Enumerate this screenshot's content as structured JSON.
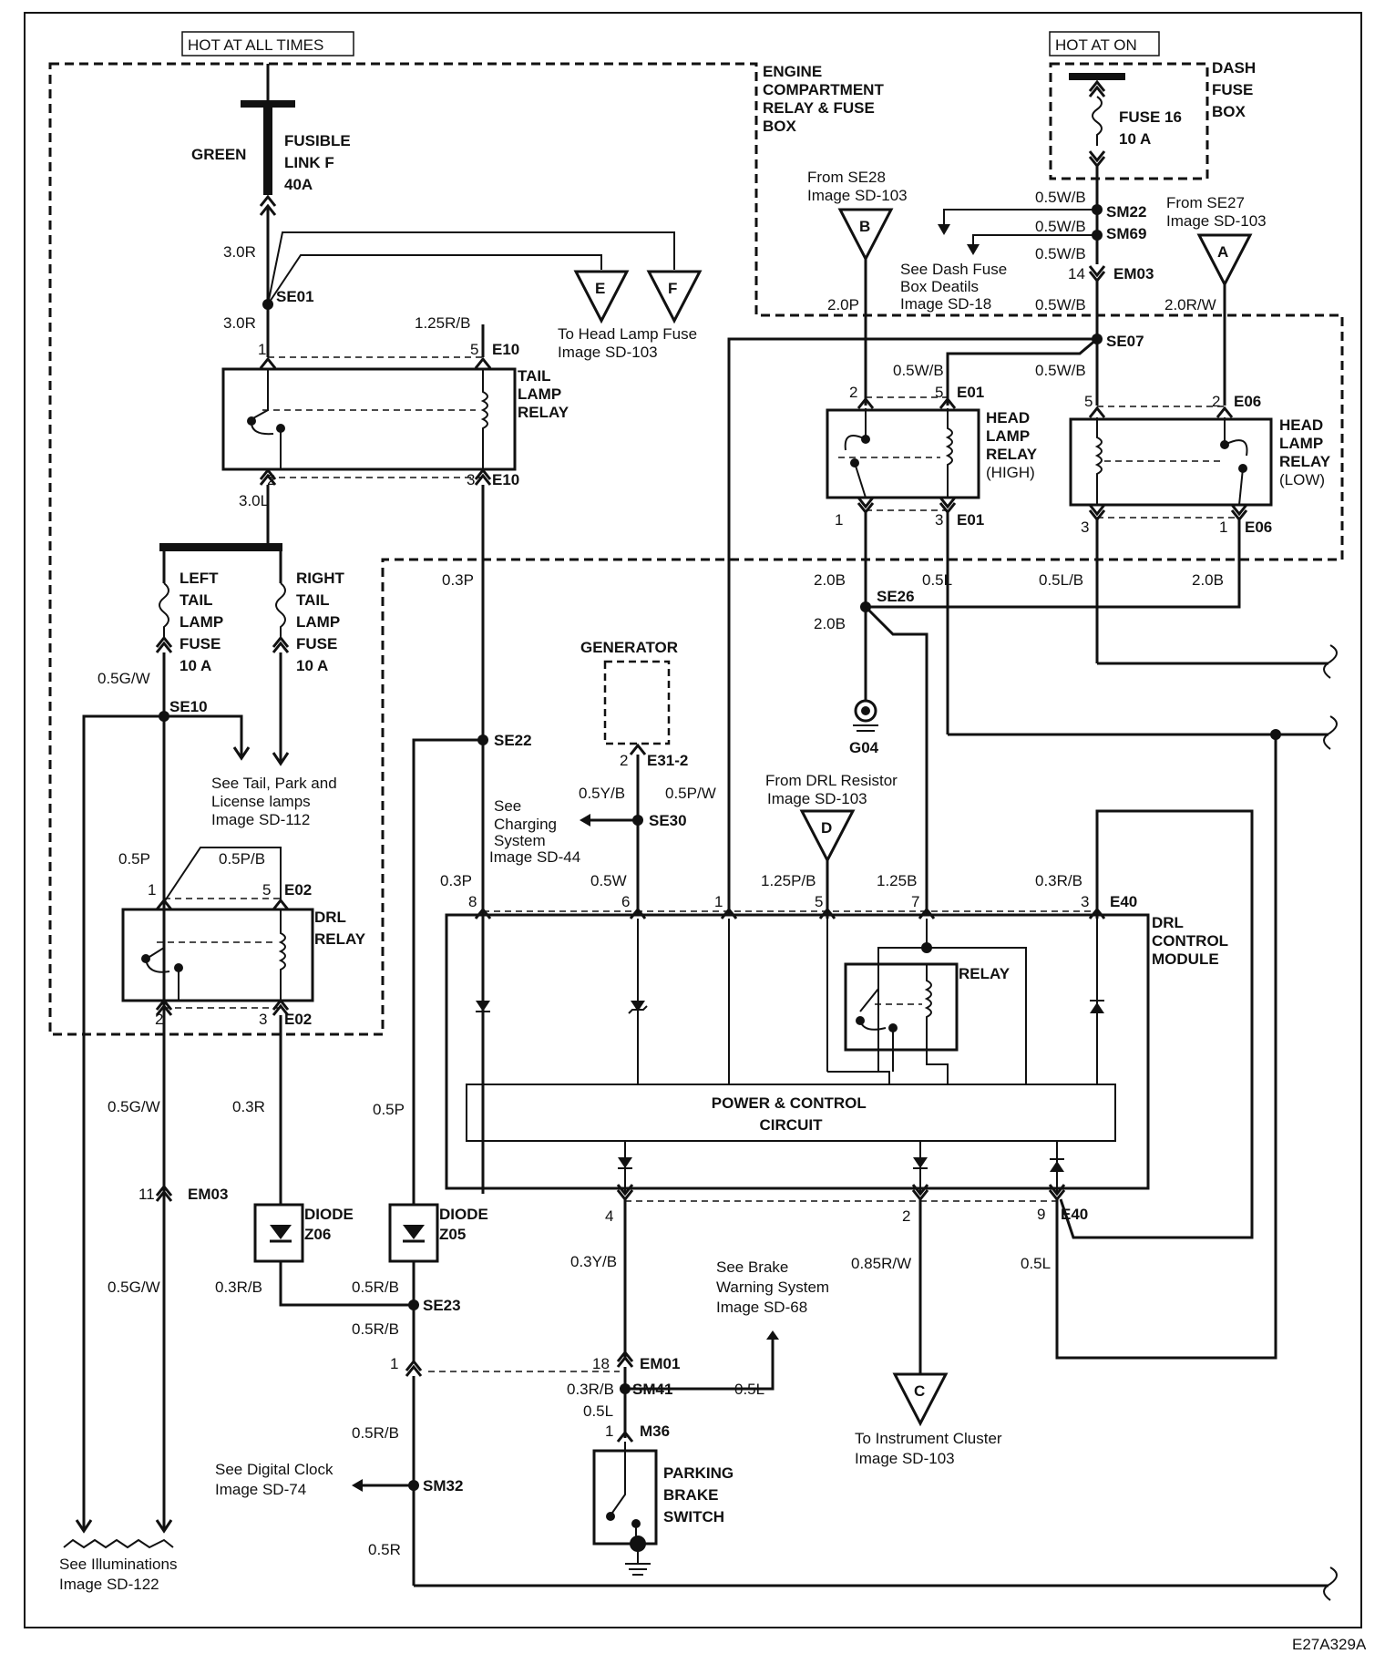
{
  "power": {
    "hot_all_times": "HOT AT ALL TIMES",
    "hot_at_on": "HOT AT ON"
  },
  "boxes": {
    "engine_box": [
      "ENGINE",
      "COMPARTMENT",
      "RELAY & FUSE",
      "BOX"
    ],
    "dash_box": [
      "DASH",
      "FUSE",
      "BOX"
    ]
  },
  "fuses": {
    "fusible_link": [
      "FUSIBLE",
      "LINK F",
      "40A"
    ],
    "green": "GREEN",
    "fuse16": [
      "FUSE 16",
      "10 A"
    ],
    "left_tail": [
      "LEFT",
      "TAIL",
      "LAMP",
      "FUSE",
      "10 A"
    ],
    "right_tail": [
      "RIGHT",
      "TAIL",
      "LAMP",
      "FUSE",
      "10 A"
    ]
  },
  "relays": {
    "tail": [
      "TAIL",
      "LAMP",
      "RELAY"
    ],
    "head_high": [
      "HEAD",
      "LAMP",
      "RELAY",
      "(HIGH)"
    ],
    "head_low": [
      "HEAD",
      "LAMP",
      "RELAY",
      "(LOW)"
    ],
    "drl": [
      "DRL",
      "RELAY"
    ],
    "drl_module": [
      "DRL",
      "CONTROL",
      "MODULE"
    ],
    "inner_relay": "RELAY",
    "power_control": [
      "POWER & CONTROL",
      "CIRCUIT"
    ]
  },
  "components": {
    "generator": "GENERATOR",
    "diode_z06": [
      "DIODE",
      "Z06"
    ],
    "diode_z05": [
      "DIODE",
      "Z05"
    ],
    "parking_brake": [
      "PARKING",
      "BRAKE",
      "SWITCH"
    ],
    "ground_g04": "G04"
  },
  "connectors": {
    "A": "A",
    "B": "B",
    "C": "C",
    "D": "D",
    "E": "E",
    "F": "F"
  },
  "splices": {
    "se01": "SE01",
    "se07": "SE07",
    "se10": "SE10",
    "se22": "SE22",
    "se23": "SE23",
    "se26": "SE26",
    "se30": "SE30",
    "sm22": "SM22",
    "sm69": "SM69",
    "sm32": "SM32",
    "sm41": "SM41"
  },
  "pins": {
    "e10": "E10",
    "e01": "E01",
    "e06": "E06",
    "e02": "E02",
    "e40": "E40",
    "em03": "EM03",
    "em01": "EM01",
    "m36": "M36",
    "e31": "E31-2",
    "p1": "1",
    "p2": "2",
    "p3": "3",
    "p4": "4",
    "p5": "5",
    "p6": "6",
    "p7": "7",
    "p8": "8",
    "p9": "9",
    "p11": "11",
    "p14": "14",
    "p18": "18"
  },
  "wires": {
    "w30r": "3.0R",
    "w125rb": "1.25R/B",
    "w30l": "3.0L",
    "w05gw": "0.5G/W",
    "w05p": "0.5P",
    "w05pb": "0.5P/B",
    "w03r": "0.3R",
    "w03p": "0.3P",
    "w03rb": "0.3R/B",
    "w05rb": "0.5R/B",
    "w05r": "0.5R",
    "w05wb": "0.5W/B",
    "w20p": "2.0P",
    "w20rw": "2.0R/W",
    "w20b": "2.0B",
    "w05l": "0.5L",
    "w05lb": "0.5L/B",
    "w05yb": "0.5Y/B",
    "w05pw": "0.5P/W",
    "w05w": "0.5W",
    "w125pb": "1.25P/B",
    "w125b": "1.25B",
    "w03yb": "0.3Y/B",
    "w085rw": "0.85R/W"
  },
  "notes": {
    "from_se28": [
      "From SE28",
      "Image   SD-103"
    ],
    "from_se27": [
      "From SE27",
      "Image   SD-103"
    ],
    "dash_fuse_details": [
      "See Dash Fuse",
      "Box Deatils",
      "Image SD-18"
    ],
    "head_lamp_fuse": [
      "To Head Lamp Fuse",
      "Image   SD-103"
    ],
    "tail_park": [
      "See Tail, Park and",
      "License lamps",
      "Image   SD-112"
    ],
    "charging": [
      "See",
      "Charging",
      "System",
      "Image SD-44"
    ],
    "drl_resistor": [
      "From DRL Resistor",
      "Image   SD-103"
    ],
    "brake_warning": [
      "See Brake",
      "Warning System",
      "Image   SD-68"
    ],
    "instrument": [
      "To Instrument Cluster",
      "Image   SD-103"
    ],
    "digital_clock": [
      "See Digital Clock",
      "Image   SD-74"
    ],
    "illuminations": [
      "See Illuminations",
      "Image   SD-122"
    ]
  },
  "footer": {
    "code": "E27A329A"
  }
}
